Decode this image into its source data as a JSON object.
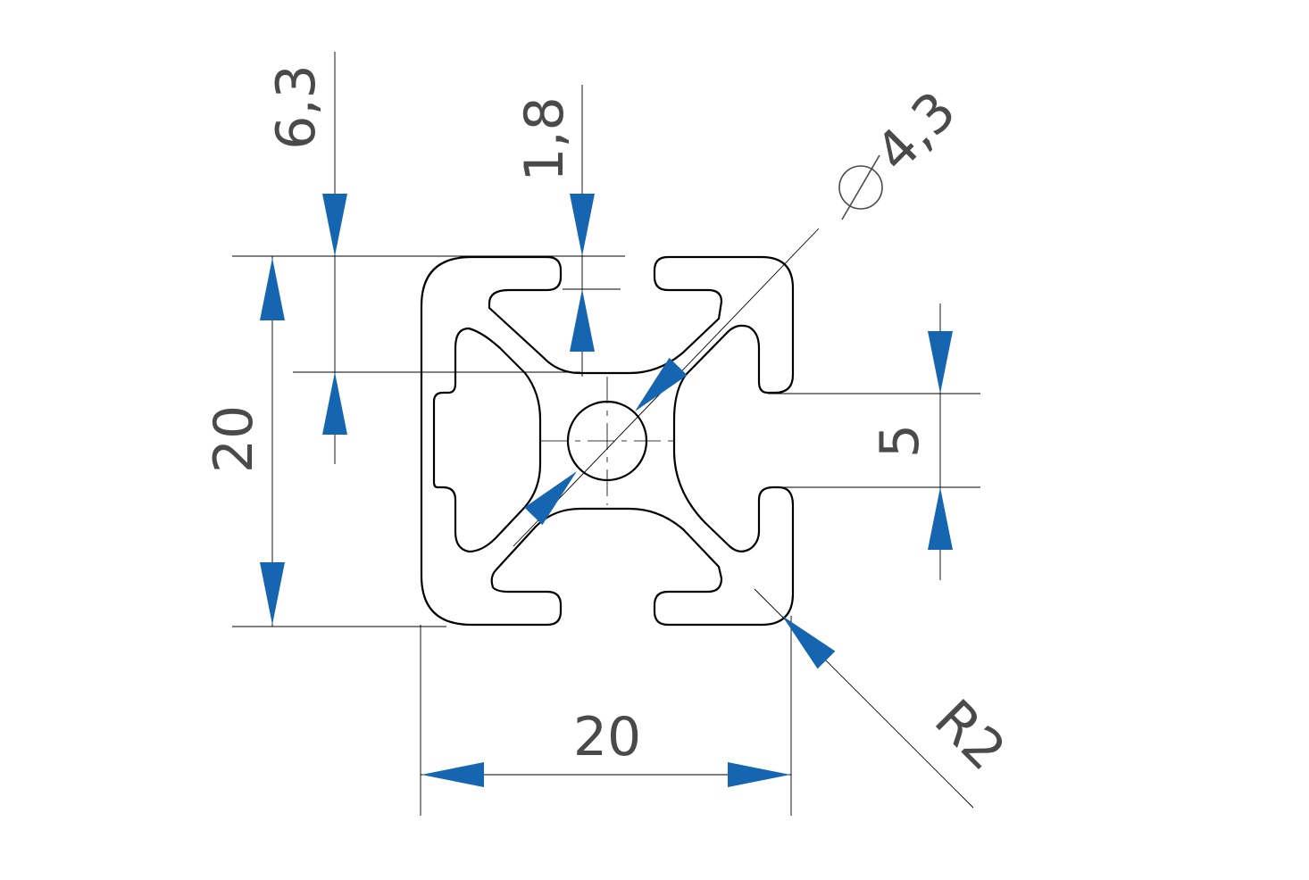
{
  "drawing": {
    "colors": {
      "outline": "#000000",
      "dimension_line": "#000000",
      "arrow": "#1565b0",
      "text": "#4a4a4a",
      "background": "#ffffff"
    },
    "dimensions": {
      "slot_depth": "6,3",
      "wall_thickness": "1,8",
      "bore_diameter": "4,3",
      "slot_width": "5",
      "height": "20",
      "width": "20",
      "corner_radius": "R2"
    },
    "icons": {
      "diameter_symbol": "diameter-icon"
    }
  }
}
